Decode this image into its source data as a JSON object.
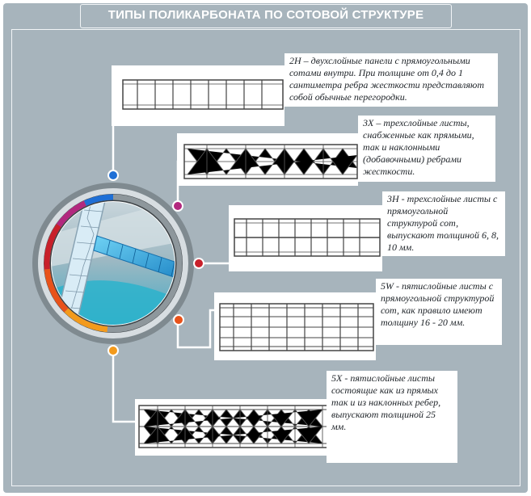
{
  "title": "ТИПЫ ПОЛИКАРБОНАТА ПО СОТОВОЙ СТРУКТУРЕ",
  "types": [
    {
      "code": "2H",
      "desc": "2H – двухслойные панели с прямоугольными сотами внутри. При толщине от 0,4 до 1 сантиметра ребра жесткости представляют собой обычные перегородки.",
      "dot_color": "#1e6fd6"
    },
    {
      "code": "3X",
      "desc": "3X – трехслойные листы, снабженные как прямыми, так и наклонными (добавочными) ребрами жесткости.",
      "dot_color": "#b2287e"
    },
    {
      "code": "3H",
      "desc": "3H - трехслойные листы с прямоугольной структурой сот, выпускают толщиной 6, 8, 10 мм.",
      "dot_color": "#c8202a"
    },
    {
      "code": "5W",
      "desc": "5W - пятислойные листы с прямоугольной структурой сот, как правило имеют толщину 16 - 20 мм.",
      "dot_color": "#e8521a"
    },
    {
      "code": "5X",
      "desc": "5X - пятислойные листы состоящие как из прямых так и из наклонных ребер, выпускают толщиной 25 мм.",
      "dot_color": "#f39a1c"
    }
  ]
}
